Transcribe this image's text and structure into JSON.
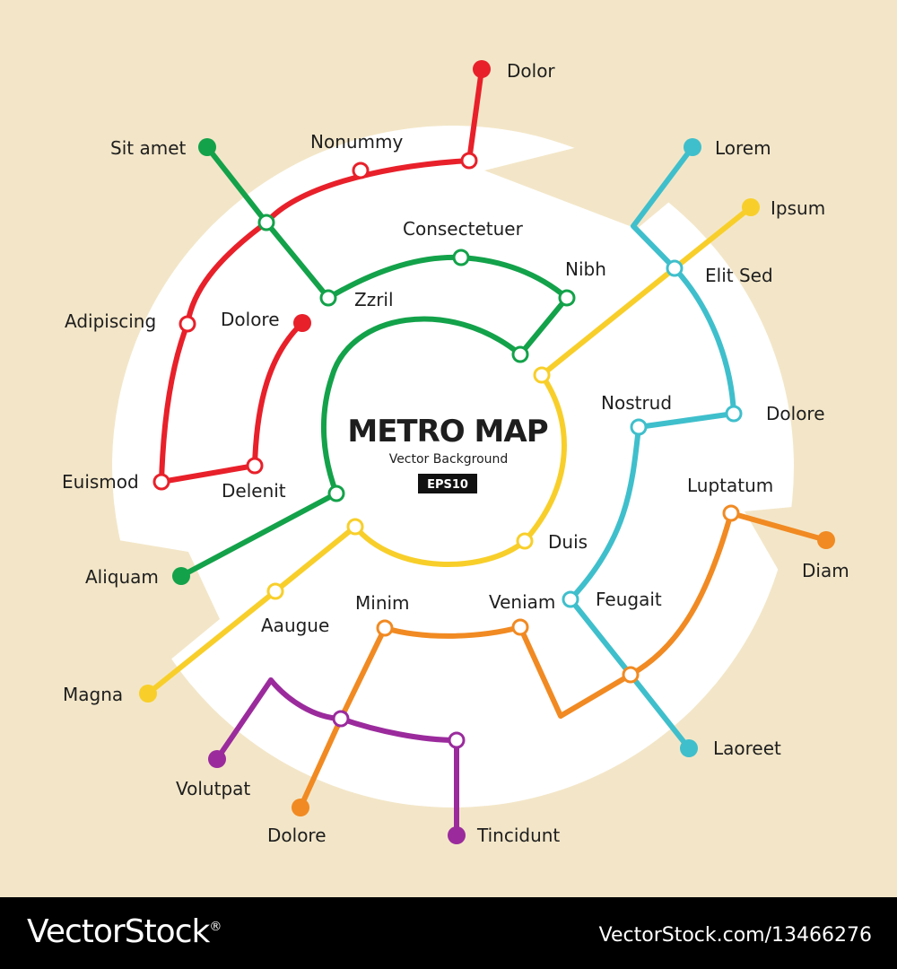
{
  "map": {
    "title": "METRO MAP",
    "subtitle": "Vector Background",
    "badge": "EPS10",
    "colors": {
      "background": "#f3e6c8",
      "disc": "#ffffff",
      "red": "#e8202a",
      "green": "#13a24a",
      "cyan": "#3fbfcc",
      "yellow": "#f8cf2a",
      "orange": "#f18a22",
      "purple": "#9b2b9d"
    },
    "lines": [
      "red",
      "green",
      "cyan",
      "yellow",
      "orange",
      "purple"
    ],
    "stations": {
      "dolor": "Dolor",
      "nonummy": "Nonummy",
      "sit_amet": "Sit amet",
      "lorem": "Lorem",
      "ipsum": "Ipsum",
      "consectetuer": "Consectetuer",
      "nibh": "Nibh",
      "elit_sed": "Elit Sed",
      "zzril": "Zzril",
      "adipiscing": "Adipiscing",
      "dolore_inner": "Dolore",
      "nostrud": "Nostrud",
      "dolore_right": "Dolore",
      "euismod": "Euismod",
      "delenit": "Delenit",
      "luptatum": "Luptatum",
      "diam": "Diam",
      "aliquam": "Aliquam",
      "duis": "Duis",
      "minim": "Minim",
      "veniam": "Veniam",
      "feugait": "Feugait",
      "aaugue": "Aaugue",
      "magna": "Magna",
      "laoreet": "Laoreet",
      "volutpat": "Volutpat",
      "dolore_bottom": "Dolore",
      "tincidunt": "Tincidunt"
    }
  },
  "footer": {
    "brand": "VectorStock",
    "registered": "®",
    "url": "VectorStock.com/13466276"
  }
}
